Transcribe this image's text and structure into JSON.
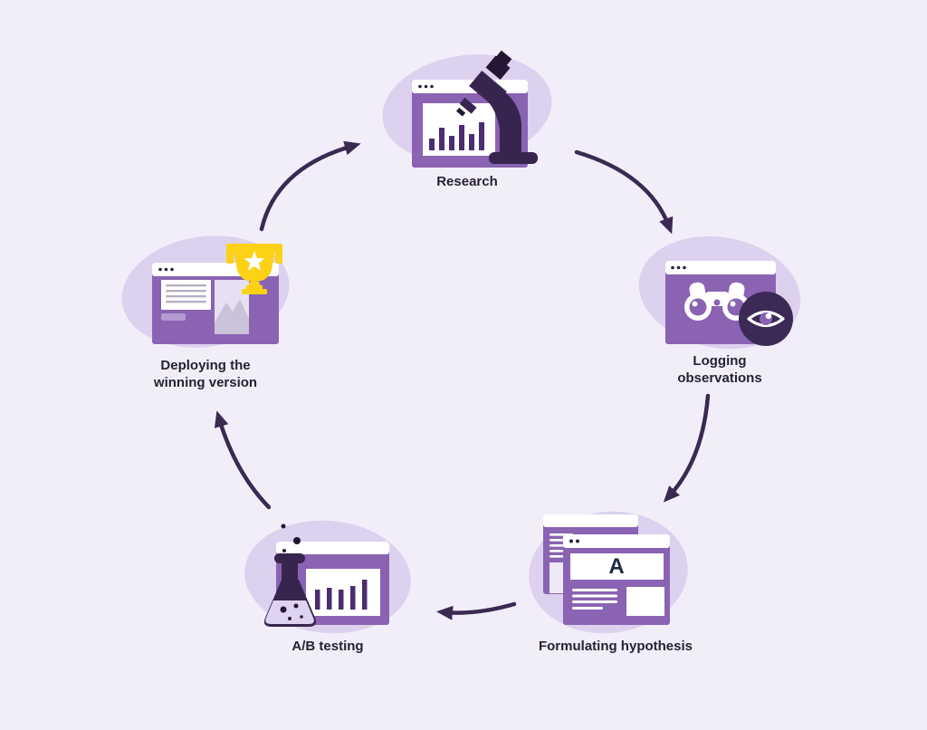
{
  "diagram": {
    "type": "cycle",
    "topic": "A/B testing process cycle",
    "stages": [
      {
        "id": "research",
        "label": "Research",
        "icon": "microscope-analytics-window-icon"
      },
      {
        "id": "logging-observations",
        "label": "Logging observations",
        "icon": "binoculars-eye-window-icon"
      },
      {
        "id": "formulating-hypothesis",
        "label": "Formulating hypothesis",
        "icon": "stacked-windows-letter-icon",
        "letter": "A"
      },
      {
        "id": "ab-testing",
        "label": "A/B testing",
        "icon": "flask-chart-window-icon"
      },
      {
        "id": "deploying",
        "label": "Deploying the winning version",
        "icon": "trophy-window-icon"
      }
    ],
    "flow": [
      "research",
      "logging-observations",
      "formulating-hypothesis",
      "ab-testing",
      "deploying",
      "research"
    ],
    "colors": {
      "background": "#f2eef9",
      "blob": "#dcd1ee",
      "window_purple": "#8a63b3",
      "dark_purple": "#38254f",
      "darker_purple": "#241634",
      "bar_purple": "#4b2d71",
      "arrow": "#3a2a52",
      "text": "#262233",
      "trophy_gold": "#fcd116",
      "light_panel": "#e6e0f2",
      "mountain_gray": "#c9c2d8",
      "line_gray": "#b6b0c4",
      "liquid_lavender": "#ded3f0"
    }
  }
}
